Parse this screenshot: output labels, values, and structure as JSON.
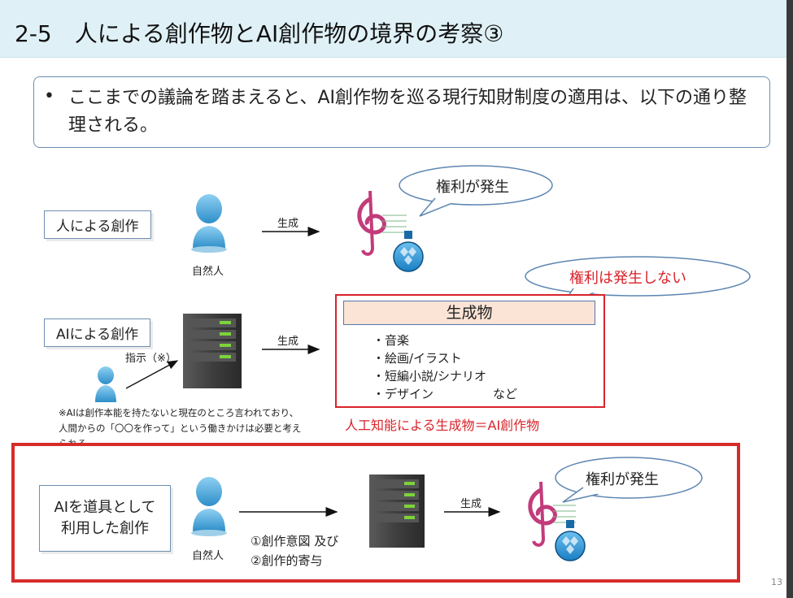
{
  "slide": {
    "title": "2-5　人による創作物とAI創作物の境界の考察③",
    "summary": "ここまでの議論を踏まえると、AI創作物を巡る現行知財制度の適用は、以下の通り整理される。",
    "bullet": "•",
    "page_number": "13"
  },
  "row1": {
    "label": "人による創作",
    "person_caption": "自然人",
    "arrow_label": "生成",
    "bubble": "権利が発生"
  },
  "row2": {
    "label": "AIによる創作",
    "instruction_label": "指示（※）",
    "arrow_label": "生成",
    "bubble": "権利は発生しない",
    "product_title": "生成物",
    "products": [
      "・音楽",
      "・絵画/イラスト",
      "・短編小説/シナリオ",
      "・デザイン"
    ],
    "products_etc": "など",
    "definition": "人工知能による生成物＝AI創作物",
    "note": "※AIは創作本能を持たないと現在のところ言われており、人間からの「〇〇を作って」という働きかけは必要と考えられる"
  },
  "row3": {
    "label": "AIを道具として利用した創作",
    "label_line1": "AIを道具として",
    "label_line2": "利用した創作",
    "person_caption": "自然人",
    "step1": "①創作意図 及び",
    "step2": "②創作的寄与",
    "arrow_label": "生成",
    "bubble": "権利が発生"
  },
  "colors": {
    "title_bg": "#dff1f7",
    "accent_red": "#d9232a",
    "person_blue": "#3aa0d8",
    "product_header_bg": "#fbe4d5"
  }
}
